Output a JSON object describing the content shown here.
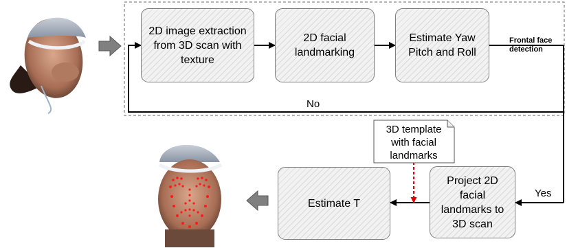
{
  "diagram": {
    "steps": [
      {
        "id": "extract",
        "label": "2D image extraction from 3D scan with texture"
      },
      {
        "id": "landmark",
        "label": "2D facial landmarking"
      },
      {
        "id": "pose",
        "label": "Estimate Yaw Pitch and Roll"
      },
      {
        "id": "project",
        "label": "Project 2D facial landmarks to 3D scan"
      },
      {
        "id": "estimate_t",
        "label": "Estimate T"
      }
    ],
    "decision_label": "Frontal face detection",
    "no_label": "No",
    "yes_label": "Yes",
    "template_note": "3D template with facial landmarks"
  },
  "colors": {
    "box_fill": "#f2f2f2",
    "box_border": "#7f7f7f",
    "arrow": "#000000",
    "dashed_red": "#e00000",
    "gray_arrow": "#7f7f7f"
  },
  "images": {
    "input_scan": "3d-head-scan-image",
    "output_scan": "3d-head-with-landmarks-image"
  }
}
